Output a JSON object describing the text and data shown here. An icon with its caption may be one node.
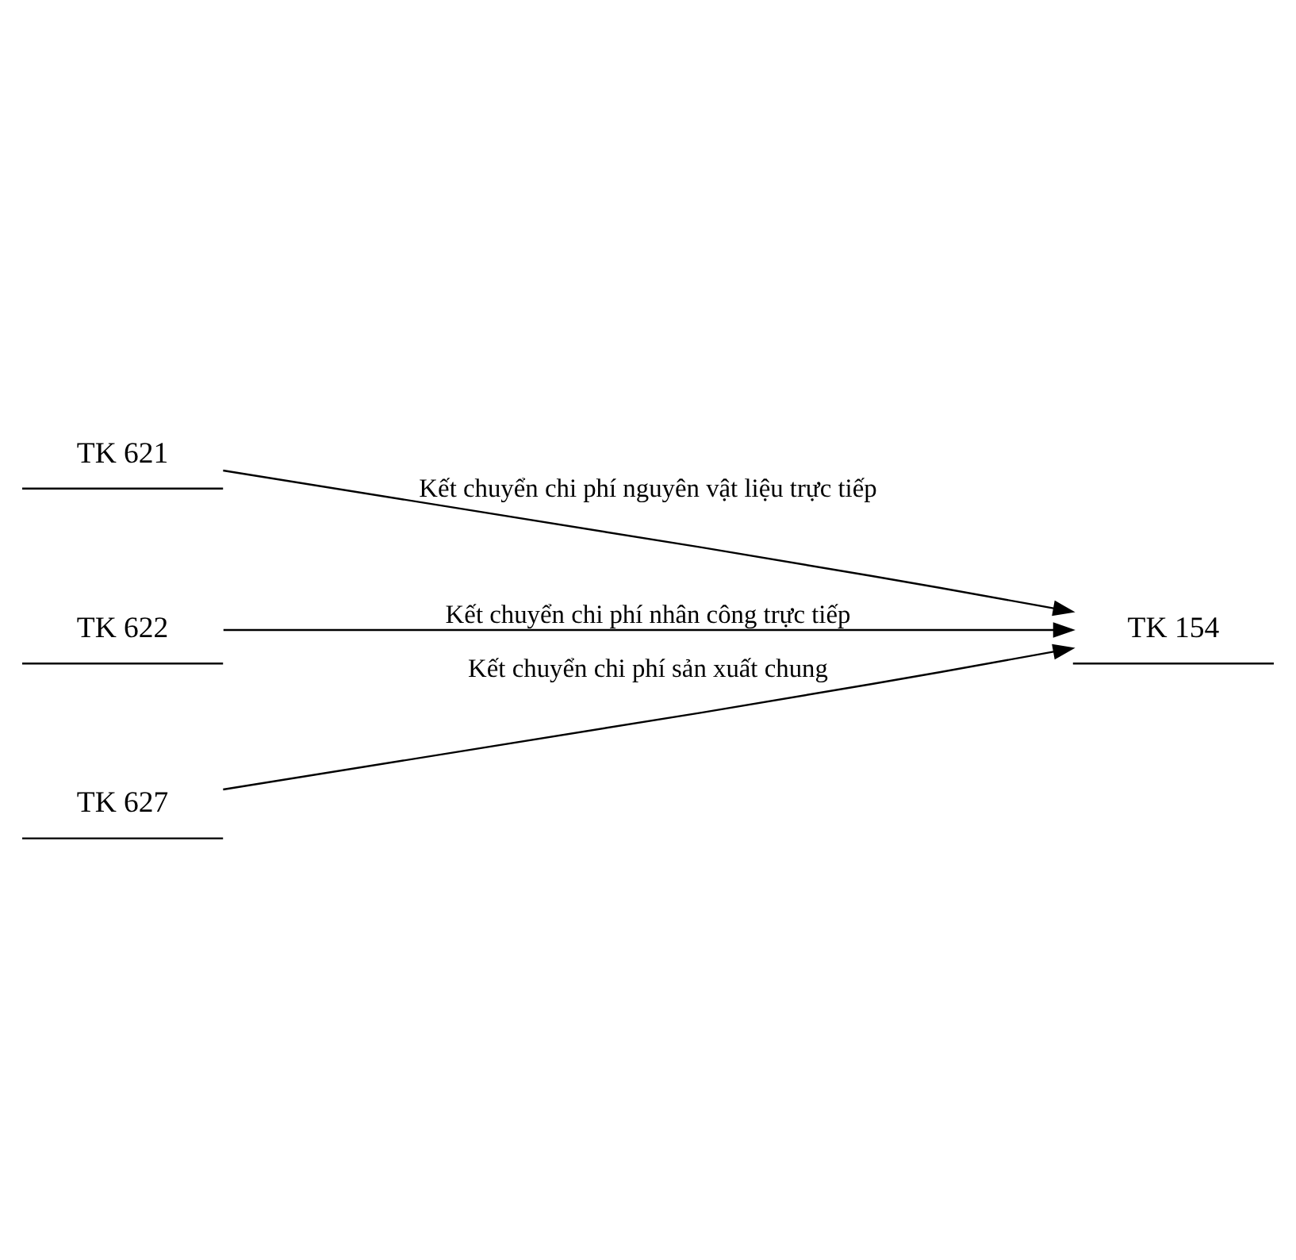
{
  "diagram": {
    "nodes": [
      {
        "text": [
          "TK 621"
        ]
      },
      {
        "text": [
          "TK 622"
        ]
      },
      {
        "text": [
          "TK 627"
        ]
      },
      {
        "text": [
          "TK 154"
        ]
      }
    ],
    "edges": [
      {
        "from": 0,
        "to": 3,
        "arrow": "to",
        "label": "Kết chuyển chi phí nguyên vật liệu trực tiếp"
      },
      {
        "from": 1,
        "to": 3,
        "arrow": "to",
        "label": "Kết chuyển chi phí nhân công trực tiếp"
      },
      {
        "from": 2,
        "to": 3,
        "arrow": "to",
        "label": "Kết chuyển chi phí sản xuất chung"
      }
    ]
  }
}
